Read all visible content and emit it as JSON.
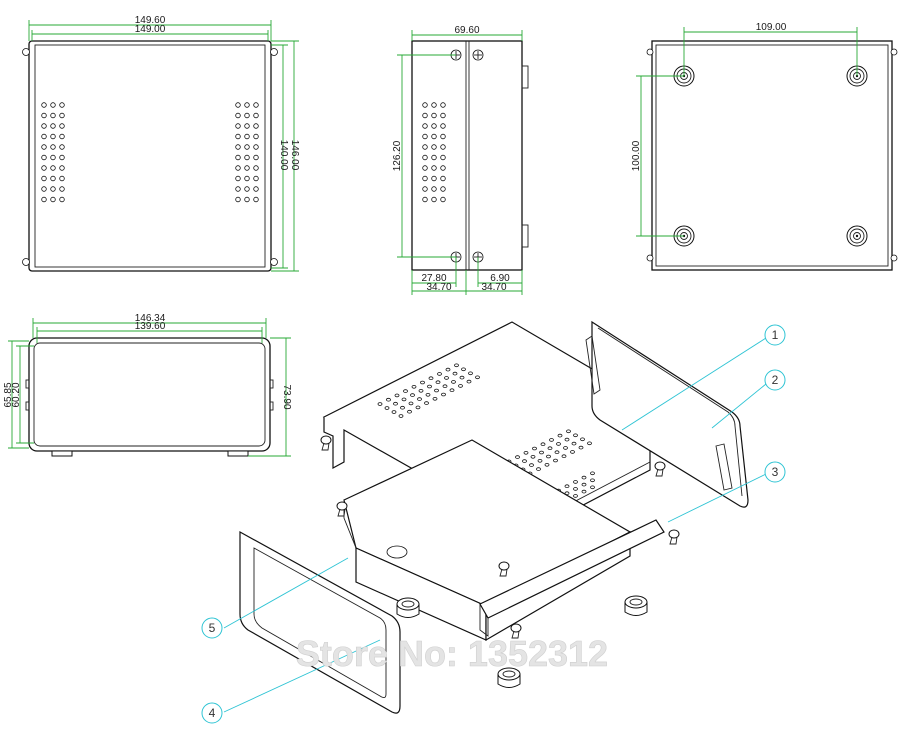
{
  "dimensions": {
    "top_view": {
      "outer_width": "149.60",
      "inner_width": "149.00",
      "inner_depth": "140.00",
      "outer_depth": "146.00"
    },
    "side_view": {
      "overall_width": "69.60",
      "screw_span": "126.20",
      "left_offset": "27.80",
      "right_offset": "6.90",
      "left_half": "34.70",
      "right_half": "34.70"
    },
    "bottom_view": {
      "feet_spacing_x": "109.00",
      "feet_spacing_y": "100.00"
    },
    "front_view": {
      "outer_width": "146.34",
      "inner_width": "139.60",
      "outer_height": "65.85",
      "inner_height": "60.20",
      "total_height": "73.90"
    }
  },
  "callouts": [
    "1",
    "2",
    "3",
    "4",
    "5"
  ],
  "watermark": "Store No: 1352312",
  "colors": {
    "dimension_lines": "#27a836",
    "leader_lines": "#2fc4d4",
    "outline": "#111111",
    "watermark": "#e4e4e4"
  }
}
